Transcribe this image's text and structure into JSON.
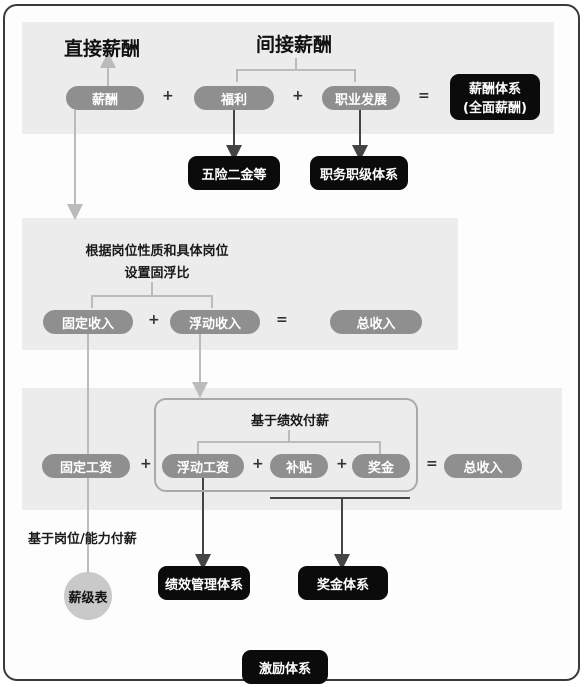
{
  "top": {
    "direct_title": "直接薪酬",
    "indirect_title": "间接薪酬",
    "salary": "薪酬",
    "welfare": "福利",
    "career": "职业发展",
    "result_line1": "薪酬体系",
    "result_line2": "(全面薪酬)",
    "insurance": "五险二金等",
    "career_system": "职务职级体系",
    "plus": "+",
    "equals": "="
  },
  "middle": {
    "note_line1": "根据岗位性质和具体岗位",
    "note_line2": "设置固浮比",
    "fixed_income": "固定收入",
    "float_income": "浮动收入",
    "total_income": "总收入"
  },
  "bottom": {
    "perf_title": "基于绩效付薪",
    "fixed_wage": "固定工资",
    "float_wage": "浮动工资",
    "allowance": "补贴",
    "bonus": "奖金",
    "total_income": "总收入",
    "position_note": "基于岗位/能力付薪",
    "salary_scale": "薪级表",
    "perf_system": "绩效管理体系",
    "bonus_system": "奖金体系"
  },
  "footer": {
    "incentive_system": "激励体系"
  }
}
